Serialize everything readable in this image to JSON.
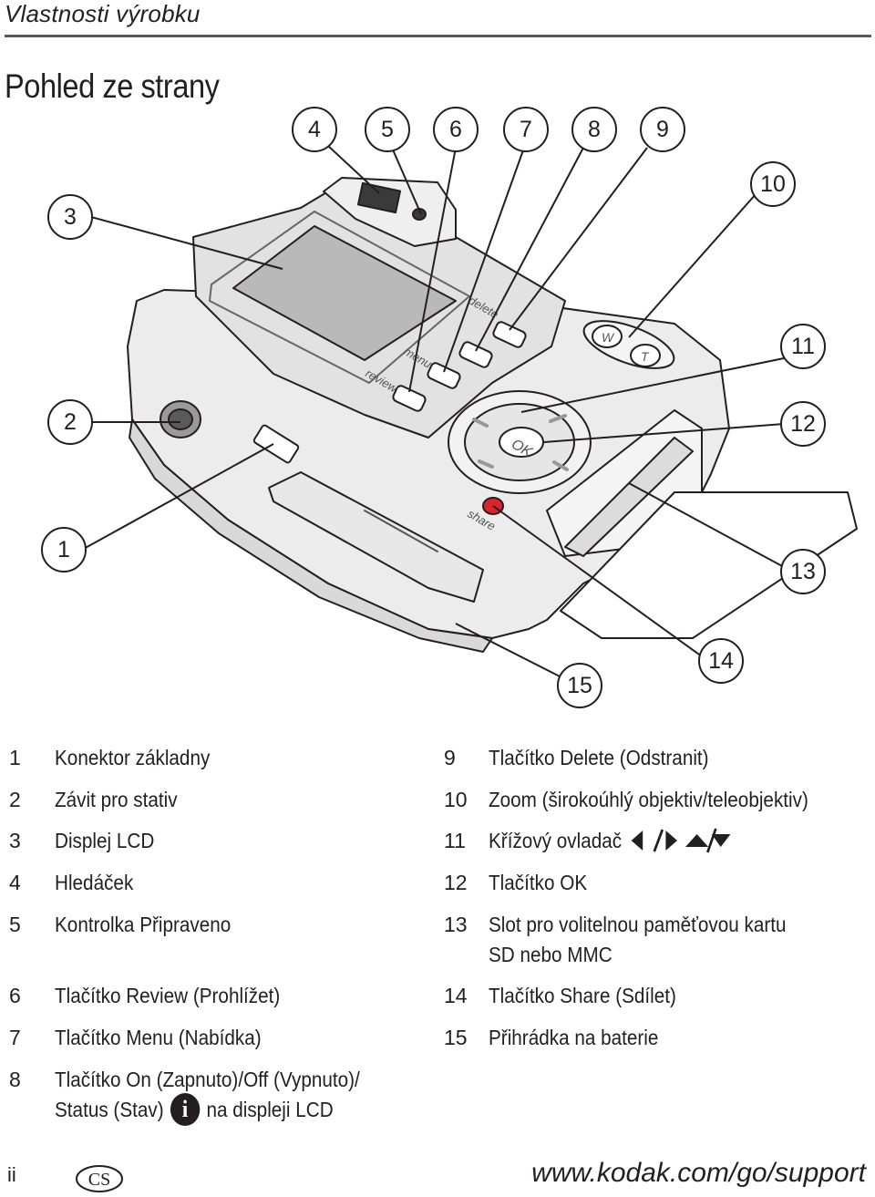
{
  "header": {
    "section_title": "Vlastnosti výrobku",
    "page_heading": "Pohled ze strany"
  },
  "diagram": {
    "callouts": [
      "1",
      "2",
      "3",
      "4",
      "5",
      "6",
      "7",
      "8",
      "9",
      "10",
      "11",
      "12",
      "13",
      "14",
      "15"
    ],
    "printed_labels": {
      "review": "review",
      "menu": "menu",
      "delete": "delete",
      "ok": "OK",
      "share": "share",
      "wide": "W",
      "tele": "T"
    }
  },
  "legend": {
    "left": [
      {
        "num": "1",
        "text": "Konektor základny"
      },
      {
        "num": "2",
        "text": "Závit pro stativ"
      },
      {
        "num": "3",
        "text": "Displej LCD"
      },
      {
        "num": "4",
        "text": "Hledáček"
      },
      {
        "num": "5",
        "text": "Kontrolka Připraveno"
      },
      {
        "num": "6",
        "text": "Tlačítko Review (Prohlížet)"
      },
      {
        "num": "7",
        "text": "Tlačítko Menu (Nabídka)"
      },
      {
        "num": "8",
        "text": "Tlačítko On (Zapnuto)/Off (Vypnuto)/",
        "text_line2_before": "Status (Stav)",
        "text_line2_after": "na displeji LCD",
        "icon": "info-icon"
      }
    ],
    "right": [
      {
        "num": "9",
        "text": "Tlačítko Delete (Odstranit)"
      },
      {
        "num": "10",
        "text": "Zoom (širokoúhlý objektiv/teleobjektiv)"
      },
      {
        "num": "11",
        "text": "Křížový ovladač",
        "icon": "dpad-arrows-icon"
      },
      {
        "num": "12",
        "text": "Tlačítko OK"
      },
      {
        "num": "13",
        "text": "Slot pro volitelnou paměťovou kartu",
        "text_line2": "SD nebo MMC"
      },
      {
        "num": "14",
        "text": "Tlačítko Share (Sdílet)"
      },
      {
        "num": "15",
        "text": "Přihrádka na baterie"
      }
    ]
  },
  "footer": {
    "page_number": "ii",
    "language_badge": "CS",
    "url": "www.kodak.com/go/support"
  }
}
